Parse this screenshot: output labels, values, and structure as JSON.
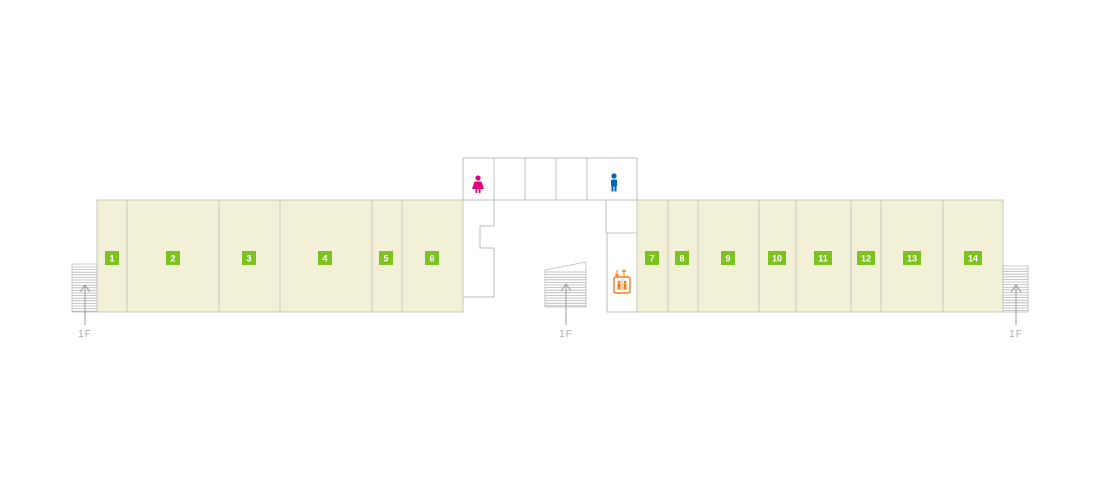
{
  "rooms": [
    {
      "number": "1"
    },
    {
      "number": "2"
    },
    {
      "number": "3"
    },
    {
      "number": "4"
    },
    {
      "number": "5"
    },
    {
      "number": "6"
    },
    {
      "number": "7"
    },
    {
      "number": "8"
    },
    {
      "number": "9"
    },
    {
      "number": "10"
    },
    {
      "number": "11"
    },
    {
      "number": "12"
    },
    {
      "number": "13"
    },
    {
      "number": "14"
    }
  ],
  "stairs": {
    "left_label": "1F",
    "center_label": "1F",
    "right_label": "1F"
  },
  "icons": {
    "womens_restroom": "female-restroom-icon",
    "mens_restroom": "male-restroom-icon",
    "elevator": "elevator-icon"
  },
  "colors": {
    "room_fill": "#f2f0d6",
    "room_badge": "#7dc31f",
    "womens_icon": "#e4007f",
    "mens_icon": "#0068b7",
    "elevator_icon": "#ee7d1b"
  }
}
